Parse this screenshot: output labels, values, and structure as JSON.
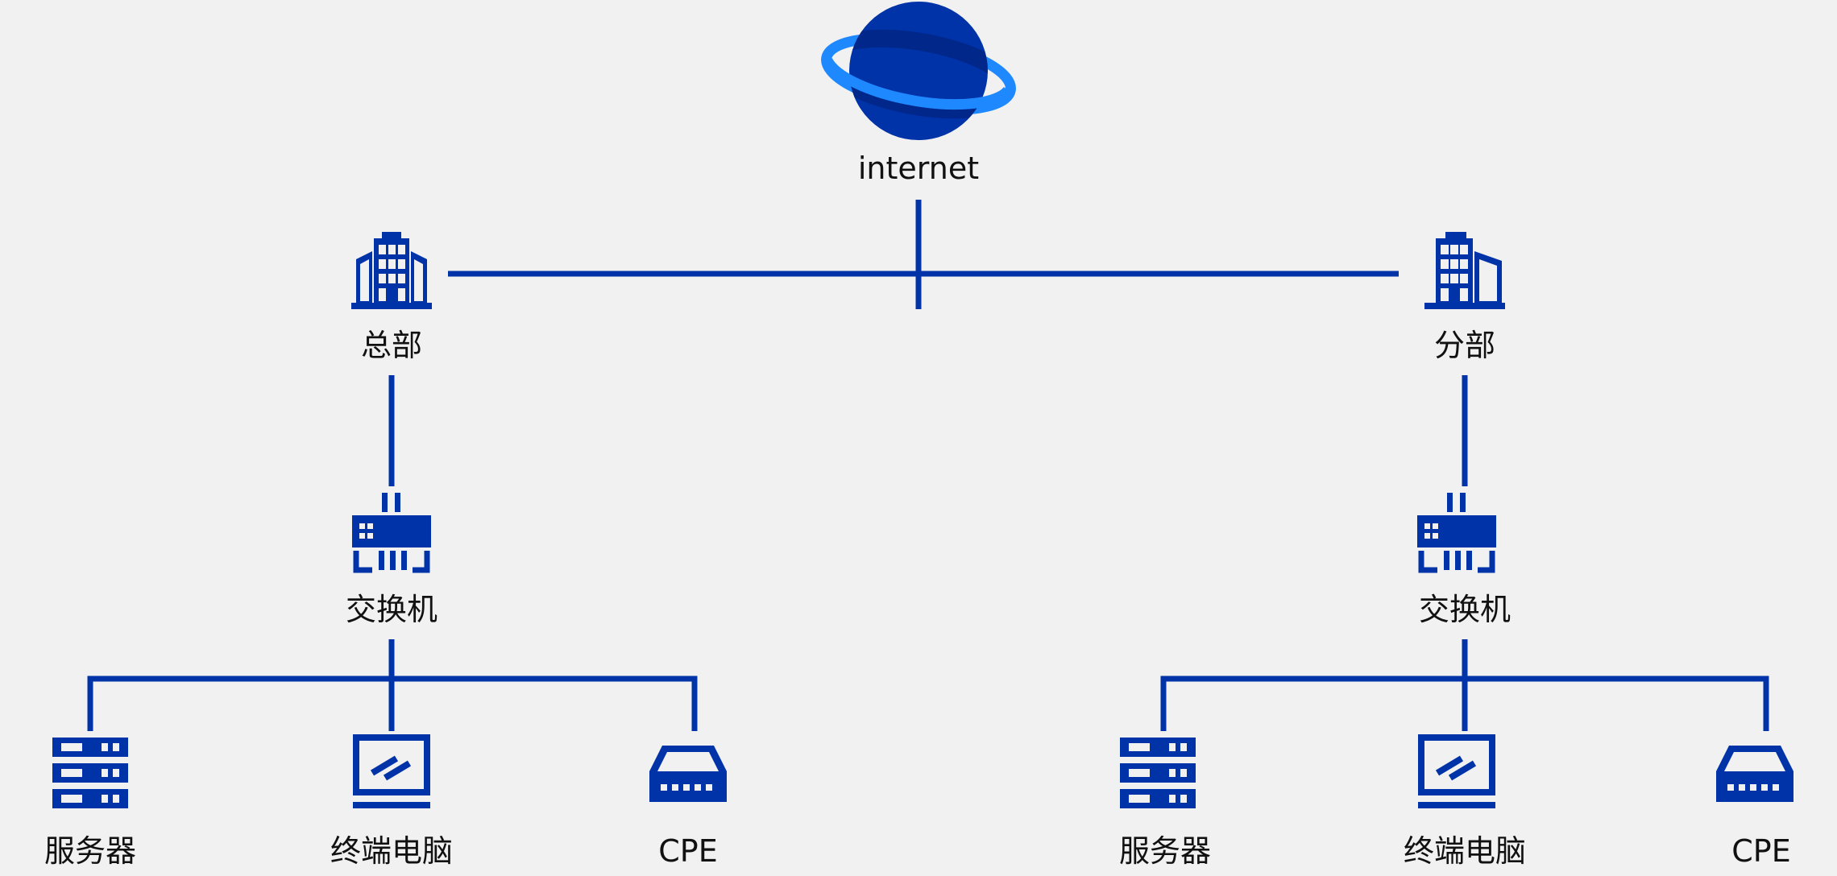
{
  "colors": {
    "primary": "#0033a8",
    "accent": "#1e88ff",
    "background": "#f1f1f1",
    "text": "#111111"
  },
  "nodes": {
    "internet": {
      "label": "internet",
      "icon": "globe-icon"
    },
    "hq": {
      "label": "总部",
      "icon": "building-icon"
    },
    "branch": {
      "label": "分部",
      "icon": "building-icon"
    },
    "hq_switch": {
      "label": "交换机",
      "icon": "switch-icon"
    },
    "branch_switch": {
      "label": "交换机",
      "icon": "switch-icon"
    },
    "hq_server": {
      "label": "服务器",
      "icon": "server-icon"
    },
    "hq_pc": {
      "label": "终端电脑",
      "icon": "monitor-icon"
    },
    "hq_cpe": {
      "label": "CPE",
      "icon": "cpe-icon"
    },
    "branch_server": {
      "label": "服务器",
      "icon": "server-icon"
    },
    "branch_pc": {
      "label": "终端电脑",
      "icon": "monitor-icon"
    },
    "branch_cpe": {
      "label": "CPE",
      "icon": "cpe-icon"
    }
  },
  "edges": [
    [
      "internet",
      "hq"
    ],
    [
      "internet",
      "branch"
    ],
    [
      "hq",
      "hq_switch"
    ],
    [
      "branch",
      "branch_switch"
    ],
    [
      "hq_switch",
      "hq_server"
    ],
    [
      "hq_switch",
      "hq_pc"
    ],
    [
      "hq_switch",
      "hq_cpe"
    ],
    [
      "branch_switch",
      "branch_server"
    ],
    [
      "branch_switch",
      "branch_pc"
    ],
    [
      "branch_switch",
      "branch_cpe"
    ]
  ]
}
